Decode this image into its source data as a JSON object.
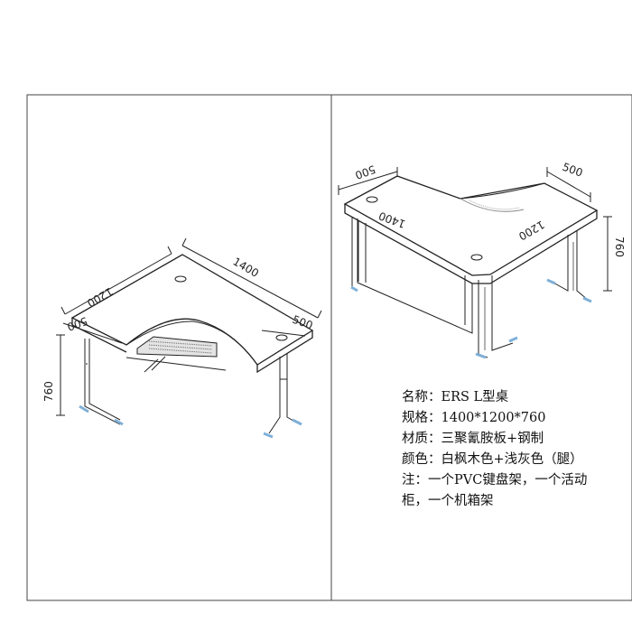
{
  "left_view": {
    "dimensions": {
      "length_a": "1200",
      "length_b": "1400",
      "depth_a": "500",
      "depth_b": "500",
      "height": "760"
    }
  },
  "right_view": {
    "dimensions": {
      "depth_a": "500",
      "depth_b": "500",
      "length_a": "1400",
      "length_b": "1200",
      "height": "760"
    }
  },
  "spec": {
    "name": "名称：ERS L型桌",
    "size": "规格：1400*1200*760",
    "material": "材质：三聚氰胺板+钢制",
    "color": "颜色：白枫木色+浅灰色（腿）",
    "note_line1": "注：一个PVC键盘架，一个活动",
    "note_line2": "柜，一个机箱架"
  },
  "colors": {
    "line": "#222222",
    "leg_accent": "#7fb0d8",
    "tray_fill": "#d9d9d9"
  }
}
